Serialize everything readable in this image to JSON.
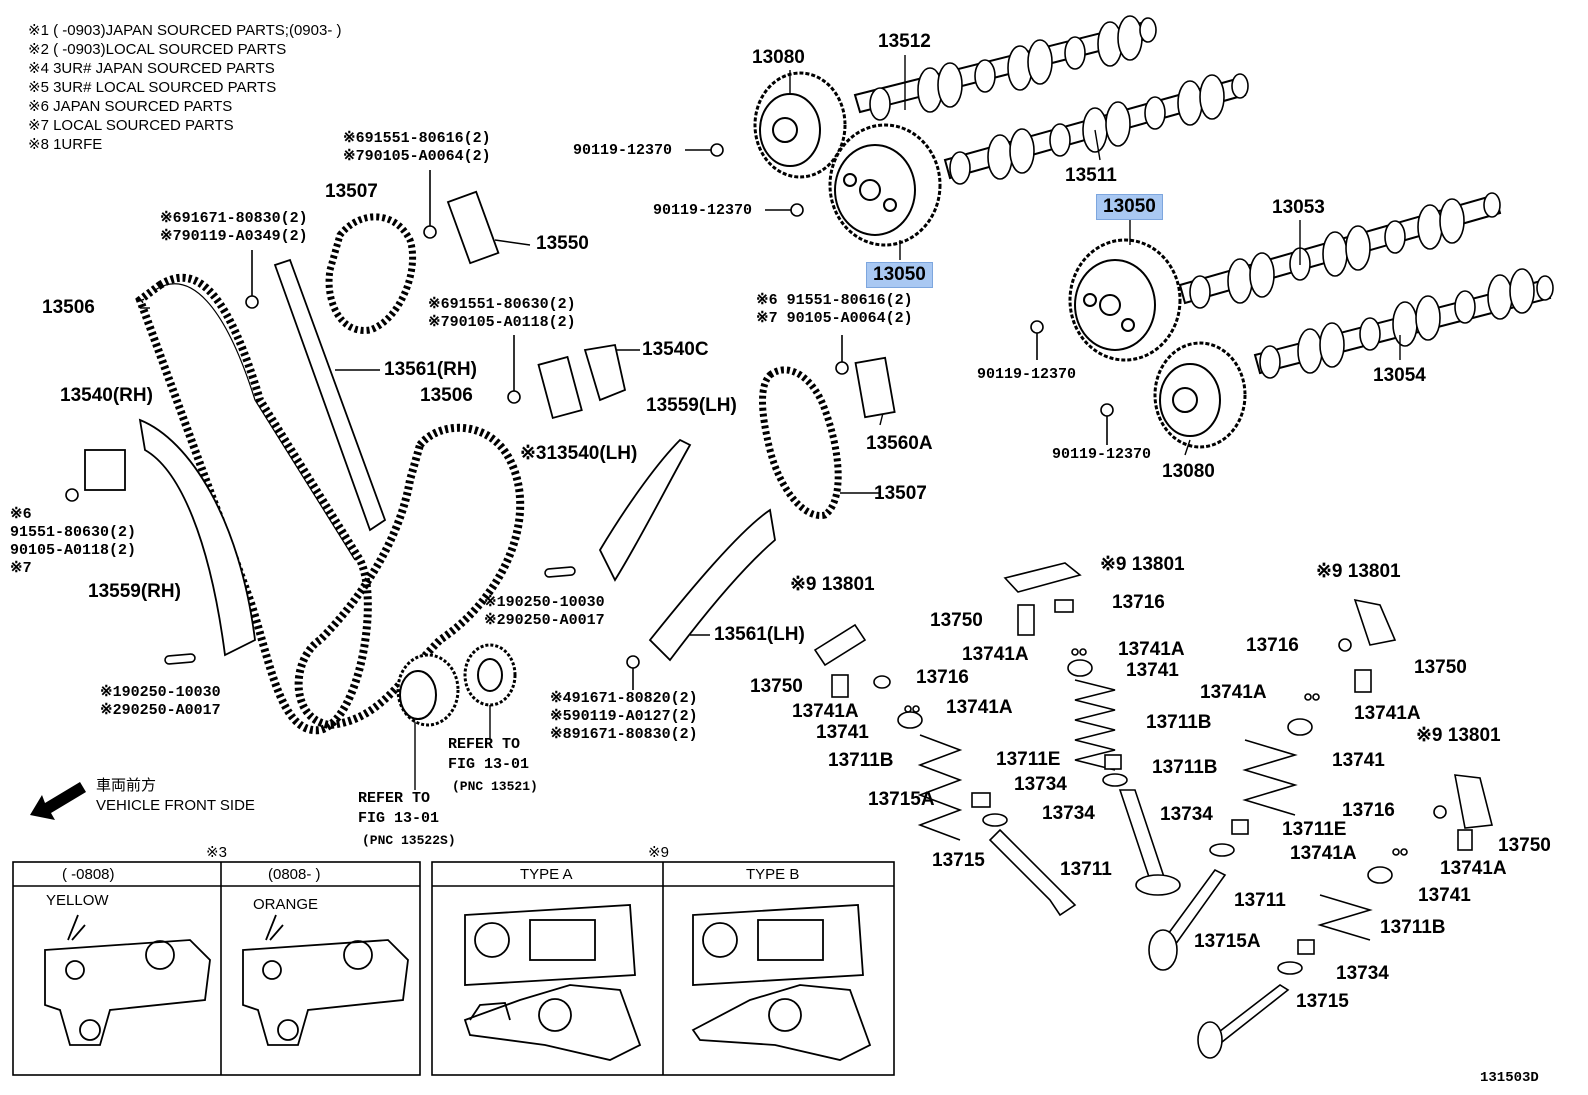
{
  "notes": [
    "※1 (      -0903)JAPAN SOURCED PARTS;(0903-      )",
    "※2 (      -0903)LOCAL SOURCED PARTS",
    "※4 3UR# JAPAN SOURCED PARTS",
    "※5 3UR# LOCAL SOURCED PARTS",
    "※6 JAPAN SOURCED PARTS",
    "※7 LOCAL SOURCED PARTS",
    "※8 1URFE"
  ],
  "callouts": {
    "c13080a": "13080",
    "c13512": "13512",
    "c90119a": "90119-12370",
    "c90119b": "90119-12370",
    "c13511": "13511",
    "c13050a": "13050",
    "c13050b": "13050",
    "c13053": "13053",
    "c90119c": "90119-12370",
    "c13054": "13054",
    "c90119d": "90119-12370",
    "c13080b": "13080",
    "c6_91551a": "※691551-80616(2)",
    "c7_90105a": "※790105-A0064(2)",
    "c13507a": "13507",
    "c6_91671": "※691671-80830(2)",
    "c7_90119": "※790119-A0349(2)",
    "c13550": "13550",
    "c13506a": "13506",
    "c6_91551b": "※691551-80630(2)",
    "c7_90105b": "※790105-A0118(2)",
    "c13540c": "13540C",
    "c13561rh": "13561(RH)",
    "c13506b": "13506",
    "c13540rh": "13540(RH)",
    "c6_91551c": "※6 91551-80616(2)",
    "c7_90105c": "※7 90105-A0064(2)",
    "c13559lh": "13559(LH)",
    "c13540lh": "※313540(LH)",
    "c13560a": "13560A",
    "c13507b": "13507",
    "c6l": "※6",
    "c91551d": "91551-80630(2)",
    "c90105d": "90105-A0118(2)",
    "c7l": "※7",
    "c13559rh": "13559(RH)",
    "c1_90250a": "※190250-10030",
    "c2_90250a": "※290250-A0017",
    "c13561lh": "13561(LH)",
    "c1_90250b": "※190250-10030",
    "c2_90250b": "※290250-A0017",
    "c4_91671": "※491671-80820(2)",
    "c5_90119": "※590119-A0127(2)",
    "c8_91671": "※891671-80830(2)",
    "refer1a": "REFER TO",
    "refer1b": "FIG 13-01",
    "refer1c": "(PNC 13521)",
    "refer2a": "REFER TO",
    "refer2b": "FIG 13-01",
    "refer2c": "(PNC 13522S)",
    "vf_jp": "車両前方",
    "vf_en": "VEHICLE FRONT SIDE",
    "c9_13801a": "※9 13801",
    "c13750a": "13750",
    "c13716a": "13716",
    "c13741a1": "13741A",
    "c13741a2": "13741A",
    "c13741a": "13741",
    "c13711ba": "13711B",
    "c13711ea": "13711E",
    "c13734a": "13734",
    "c13711a": "13711",
    "c9_13801b": "※9 13801",
    "c13750b": "13750",
    "c13716b": "13716",
    "c13741a3": "13741A",
    "c13741a4": "13741A",
    "c13741b": "13741",
    "c13711bb": "13711B",
    "c13715aa": "13715A",
    "c13734b": "13734",
    "c13715a": "13715",
    "c9_13801c": "※9 13801",
    "c13716c": "13716",
    "c13750c": "13750",
    "c13741a5": "13741A",
    "c13741a6": "13741A",
    "c13741c": "13741",
    "c13711bc": "13711B",
    "c13734c": "13734",
    "c13711ec": "13711E",
    "c13711c": "13711",
    "c9_13801d": "※9 13801",
    "c13716d": "13716",
    "c13750d": "13750",
    "c13741a7": "13741A",
    "c13741a8": "13741A",
    "c13741d": "13741",
    "c13711bd": "13711B",
    "c13715ab": "13715A",
    "c13734d": "13734",
    "c13715b": "13715"
  },
  "inset_left": {
    "mark": "※3",
    "col1_header": "(      -0808)",
    "col2_header": "(0808-      )",
    "col1_label": "YELLOW",
    "col2_label": "ORANGE"
  },
  "inset_right": {
    "mark": "※9",
    "col1_header": "TYPE A",
    "col2_header": "TYPE B"
  },
  "figure_id": "131503D",
  "highlight_color": "#a9c8f2"
}
